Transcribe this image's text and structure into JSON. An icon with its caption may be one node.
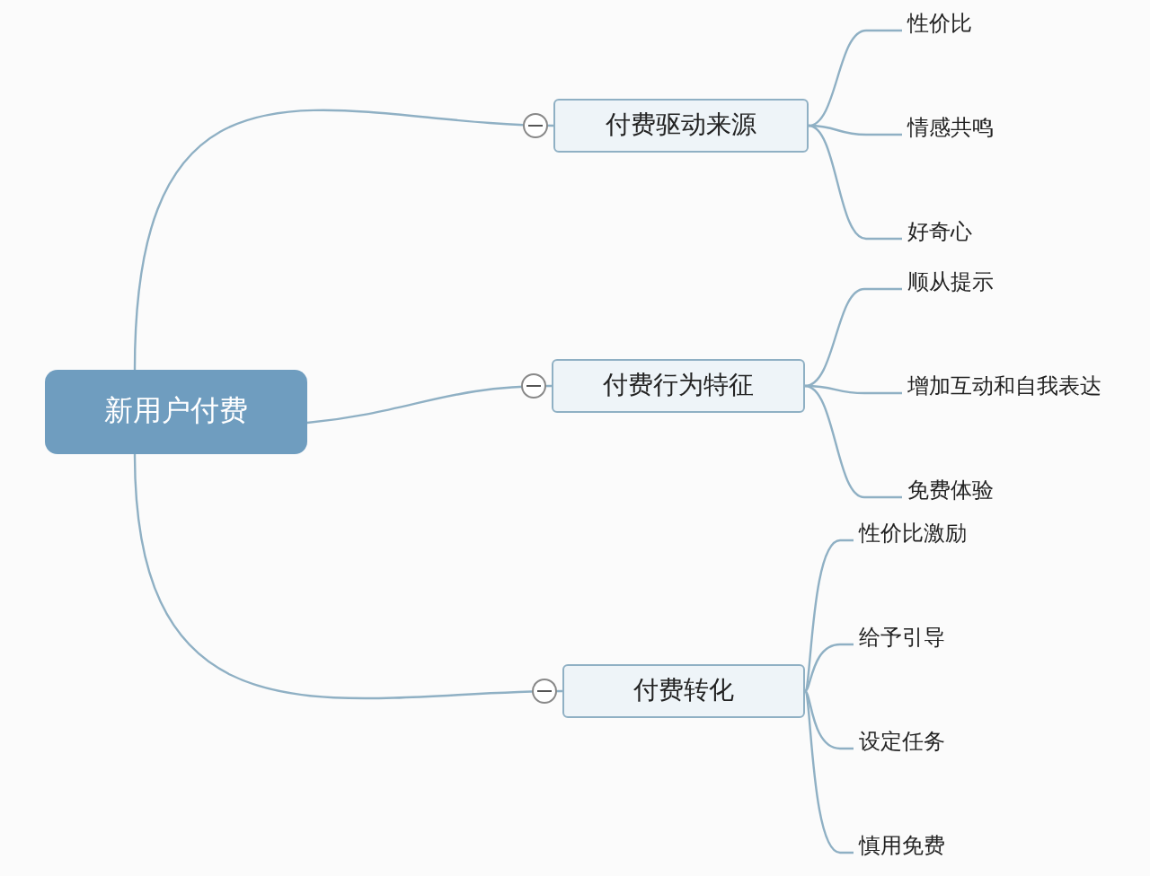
{
  "diagram": {
    "nodes": [
      {
        "text": [
          "新用户付费"
        ]
      },
      {
        "text": [
          "付费驱动来源"
        ]
      },
      {
        "text": [
          "性价比"
        ]
      },
      {
        "text": [
          "情感共鸣"
        ]
      },
      {
        "text": [
          "好奇心"
        ]
      },
      {
        "text": [
          "付费行为特征"
        ]
      },
      {
        "text": [
          "顺从提示"
        ]
      },
      {
        "text": [
          "增加互动和自我表达"
        ]
      },
      {
        "text": [
          "免费体验"
        ]
      },
      {
        "text": [
          "付费转化"
        ]
      },
      {
        "text": [
          "性价比激励"
        ]
      },
      {
        "text": [
          "给予引导"
        ]
      },
      {
        "text": [
          "设定任务"
        ]
      },
      {
        "text": [
          "慎用免费"
        ]
      }
    ],
    "edges": [
      {
        "from": 0,
        "to": 1,
        "arrow": "none"
      },
      {
        "from": 0,
        "to": 5,
        "arrow": "none"
      },
      {
        "from": 0,
        "to": 9,
        "arrow": "none"
      },
      {
        "from": 1,
        "to": 2,
        "arrow": "none"
      },
      {
        "from": 1,
        "to": 3,
        "arrow": "none"
      },
      {
        "from": 1,
        "to": 4,
        "arrow": "none"
      },
      {
        "from": 5,
        "to": 6,
        "arrow": "none"
      },
      {
        "from": 5,
        "to": 7,
        "arrow": "none"
      },
      {
        "from": 5,
        "to": 8,
        "arrow": "none"
      },
      {
        "from": 9,
        "to": 10,
        "arrow": "none"
      },
      {
        "from": 9,
        "to": 11,
        "arrow": "none"
      },
      {
        "from": 9,
        "to": 12,
        "arrow": "none"
      },
      {
        "from": 9,
        "to": 13,
        "arrow": "none"
      }
    ]
  }
}
